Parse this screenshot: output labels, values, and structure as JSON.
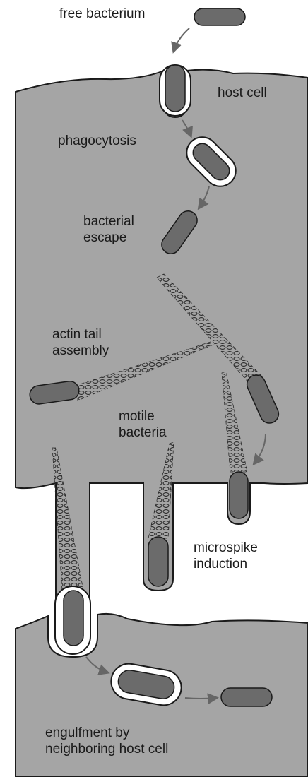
{
  "labels": {
    "free_bacterium": "free bacterium",
    "host_cell": "host cell",
    "phagocytosis": "phagocytosis",
    "bacterial_escape": [
      "bacterial",
      "escape"
    ],
    "actin_tail_assembly": [
      "actin tail",
      "assembly"
    ],
    "motile_bacteria": [
      "motile",
      "bacteria"
    ],
    "microspike_induction": [
      "microspike",
      "induction"
    ],
    "engulfment": [
      "engulfment by",
      "neighboring host cell"
    ]
  },
  "colors": {
    "cytoplasm": "#a5a5a5",
    "bacterium": "#6b6b6b",
    "membrane": "#1a1a1a",
    "actin": "#2a2a2a",
    "arrow": "#666666"
  }
}
